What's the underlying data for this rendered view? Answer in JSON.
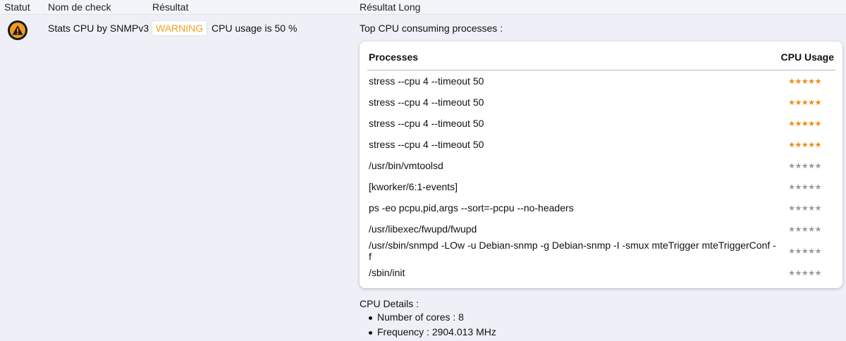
{
  "header": {
    "status": "Statut",
    "check_name": "Nom de check",
    "result": "Résultat",
    "long_result": "Résultat Long"
  },
  "check": {
    "status_icon": "warning-triangle-icon",
    "name": "Stats CPU by SNMPv3",
    "state": "WARNING",
    "state_color": "#f0a020",
    "short_result": "CPU usage is 50 %",
    "long_title": "Top CPU consuming processes :"
  },
  "processes": {
    "col_process": "Processes",
    "col_usage": "CPU Usage",
    "star_on_color": "#f08a14",
    "star_off_color": "#9a9a9a",
    "rows": [
      {
        "name": "stress --cpu 4 --timeout 50",
        "stars": 5
      },
      {
        "name": "stress --cpu 4 --timeout 50",
        "stars": 5
      },
      {
        "name": "stress --cpu 4 --timeout 50",
        "stars": 5
      },
      {
        "name": "stress --cpu 4 --timeout 50",
        "stars": 5
      },
      {
        "name": "/usr/bin/vmtoolsd",
        "stars": 0
      },
      {
        "name": "[kworker/6:1-events]",
        "stars": 0
      },
      {
        "name": "ps -eo pcpu,pid,args --sort=-pcpu --no-headers",
        "stars": 0
      },
      {
        "name": "/usr/libexec/fwupd/fwupd",
        "stars": 0
      },
      {
        "name": "/usr/sbin/snmpd -LOw -u Debian-snmp -g Debian-snmp -I -smux mteTrigger mteTriggerConf -f",
        "stars": 0
      },
      {
        "name": "/sbin/init",
        "stars": 0
      }
    ]
  },
  "cpu_details": {
    "title": "CPU Details :",
    "items": [
      "Number of cores : 8",
      "Frequency : 2904.013 MHz"
    ]
  }
}
